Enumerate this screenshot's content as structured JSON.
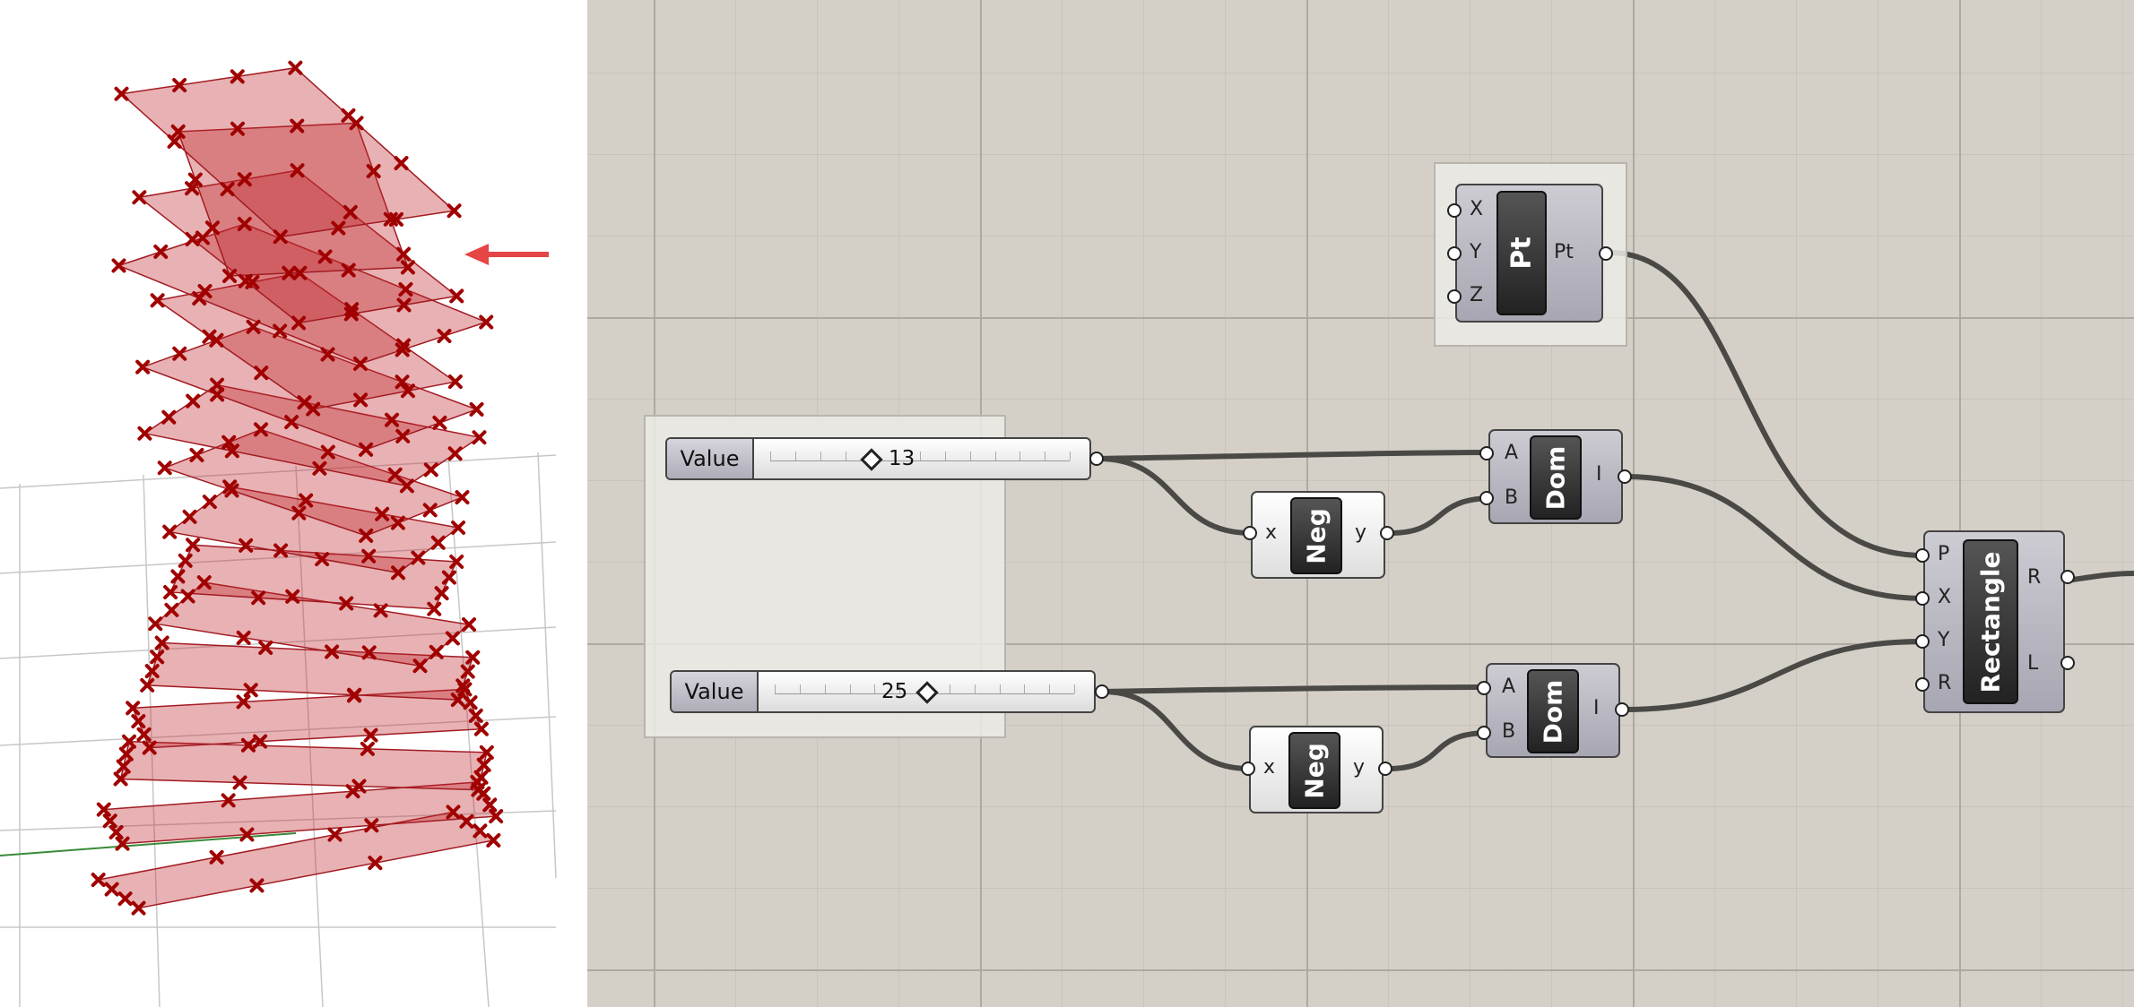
{
  "sliders": [
    {
      "label": "Value",
      "value": "13"
    },
    {
      "label": "Value",
      "value": "25"
    }
  ],
  "pt": {
    "name": "Pt",
    "inputs": [
      "X",
      "Y",
      "Z"
    ],
    "output": "Pt"
  },
  "dom": {
    "name": "Dom",
    "inputs": [
      "A",
      "B"
    ],
    "output": "I"
  },
  "neg": {
    "name": "Neg",
    "input": "x",
    "output": "y"
  },
  "rectangle": {
    "name": "Rectangle",
    "inputs": [
      "P",
      "X",
      "Y",
      "R"
    ],
    "outputs": [
      "R",
      "L"
    ]
  },
  "colors": {
    "canvas": "#d4d0c8",
    "polygon_fill": "#c0272d",
    "point_marker": "#a00000",
    "arrow": "#e64545"
  }
}
